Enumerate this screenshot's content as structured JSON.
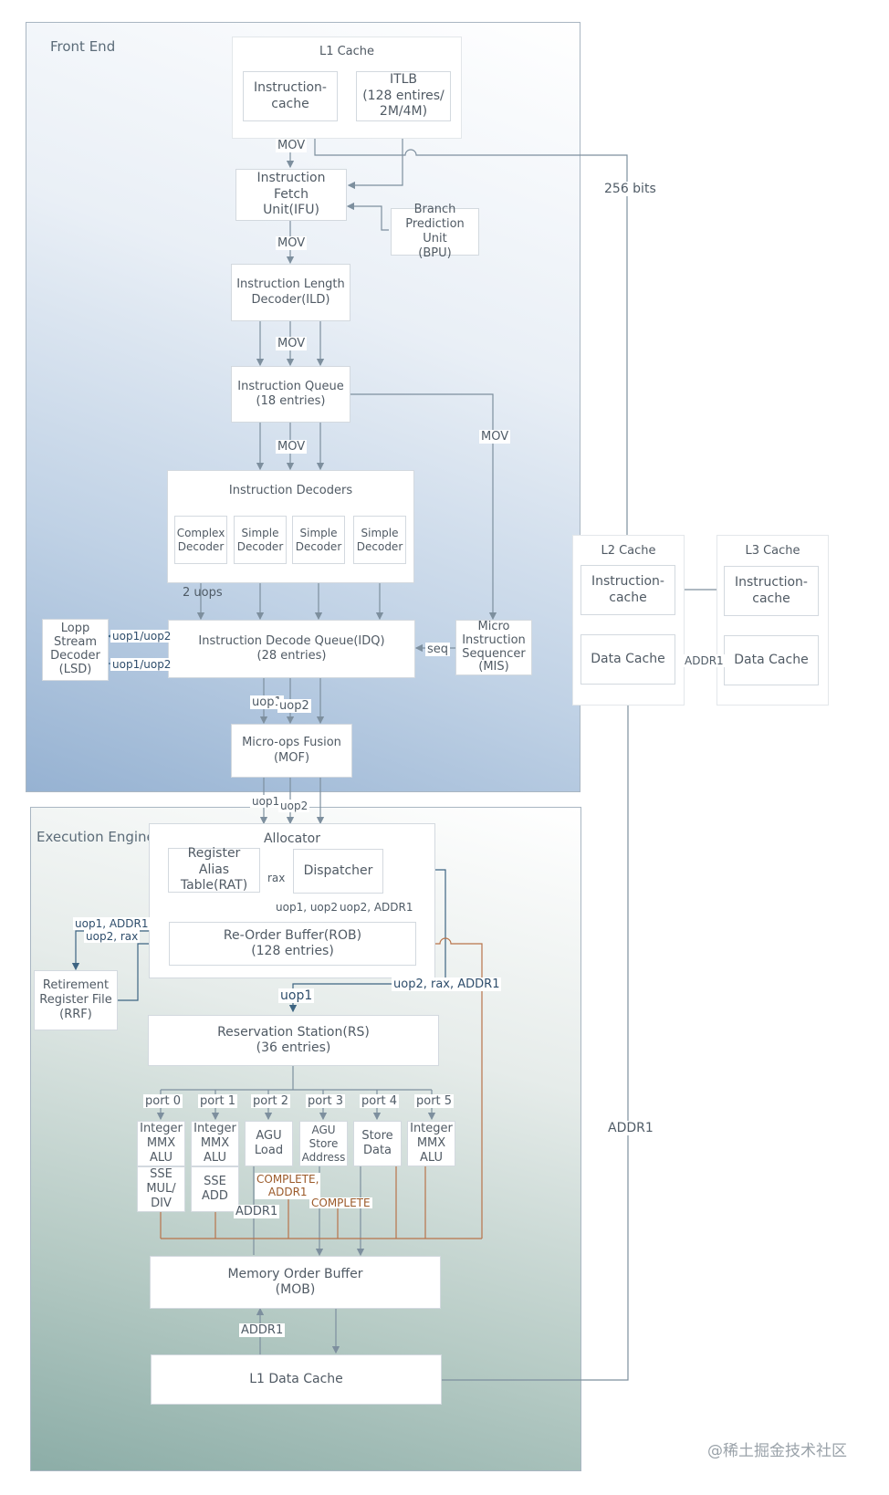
{
  "regions": {
    "front_end": "Front End",
    "execution_engine": "Execution Engine"
  },
  "front_end": {
    "l1_cache": "L1 Cache",
    "instruction_cache": "Instruction-\ncache",
    "itlb": "ITLB\n(128 entires/\n2M/4M)",
    "ifu": "Instruction Fetch\nUnit(IFU)",
    "bpu": "Branch\nPrediction Unit\n(BPU)",
    "ild": "Instruction Length\nDecoder(ILD)",
    "iq": "Instruction Queue\n(18 entries)",
    "decoders_title": "Instruction Decoders",
    "decoders": [
      "Complex\nDecoder",
      "Simple\nDecoder",
      "Simple\nDecoder",
      "Simple\nDecoder"
    ],
    "idq": "Instruction Decode Queue(IDQ)\n(28 entries)",
    "lsd": "Lopp\nStream\nDecoder\n(LSD)",
    "mis": "Micro\nInstruction\nSequencer\n(MIS)",
    "mof": "Micro-ops Fusion\n(MOF)"
  },
  "execution": {
    "allocator": "Allocator",
    "rat": "Register Alias\nTable(RAT)",
    "dispatcher": "Dispatcher",
    "rob": "Re-Order Buffer(ROB)\n(128 entries)",
    "rrf": "Retirement\nRegister File\n(RRF)",
    "rs": "Reservation Station(RS)\n(36 entries)",
    "ports": [
      "port 0",
      "port 1",
      "port 2",
      "port 3",
      "port 4",
      "port 5"
    ],
    "units": {
      "p0": "Integer\nMMX\nALU",
      "p0b": "SSE\nMUL/\nDIV",
      "p1": "Integer\nMMX\nALU",
      "p1b": "SSE\nADD",
      "p2": "AGU\nLoad",
      "p3": "AGU\nStore\nAddress",
      "p4": "Store\nData",
      "p5": "Integer\nMMX\nALU"
    },
    "mob": "Memory Order Buffer\n(MOB)",
    "l1_data_cache": "L1 Data Cache"
  },
  "l2": {
    "title": "L2 Cache",
    "instruction_cache": "Instruction-\ncache",
    "data_cache": "Data Cache"
  },
  "l3": {
    "title": "L3 Cache",
    "instruction_cache": "Instruction-\ncache",
    "data_cache": "Data Cache"
  },
  "labels": {
    "mov": "MOV",
    "bits": "256 bits",
    "two_uops": "2 uops",
    "seq": "seq",
    "uop1_uop2": "uop1/uop2",
    "uop1": "uop1",
    "uop2": "uop2",
    "rax": "rax",
    "uop1_comma_uop2": "uop1, uop2",
    "uop2_addr1": "uop2, ADDR1",
    "uop1_addr1": "uop1, ADDR1",
    "uop2_rax": "uop2, rax",
    "uop2_rax_addr1": "uop2, rax, ADDR1",
    "complete_addr1": "COMPLETE,\nADDR1",
    "complete": "COMPLETE",
    "addr1": "ADDR1"
  },
  "colors": {
    "wire": "#7d8f9e",
    "dark_wire": "#3d6482",
    "result_wire": "#b8734a"
  },
  "watermark": "@稀土掘金技术社区"
}
